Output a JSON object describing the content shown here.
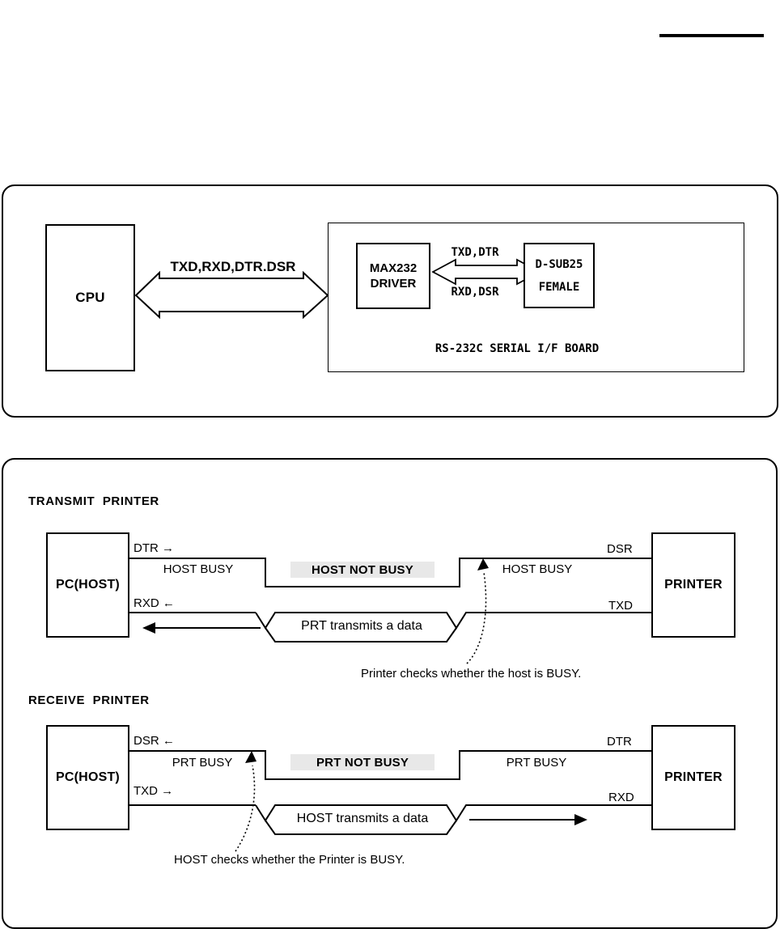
{
  "page": {
    "colors": {
      "ink": "#000000",
      "highlight": "#e8e8e8"
    }
  },
  "block_diagram": {
    "cpu_label": "CPU",
    "bus_label": "TXD,RXD,DTR.DSR",
    "driver_line1": "MAX232",
    "driver_line2": "DRIVER",
    "pair_top_label": "TXD,DTR",
    "pair_bottom_label": "RXD,DSR",
    "connector_line1": "D-SUB25",
    "connector_line2": "FEMALE",
    "board_caption": "RS-232C SERIAL I/F BOARD"
  },
  "timing": {
    "transmit": {
      "title": "TRANSMIT  PRINTER",
      "left_box": "PC(HOST)",
      "right_box": "PRINTER",
      "sig1_label": "DTR →",
      "sig1_right_label": "DSR",
      "busy_left": "HOST BUSY",
      "not_busy": "HOST NOT BUSY",
      "busy_right": "HOST BUSY",
      "sig2_label": "RXD ←",
      "sig2_right_label": "TXD",
      "burst_label": "PRT transmits a data",
      "caption": "Printer checks whether the host is BUSY."
    },
    "receive": {
      "title": "RECEIVE  PRINTER",
      "left_box": "PC(HOST)",
      "right_box": "PRINTER",
      "sig1_label": "DSR ←",
      "sig1_right_label": "DTR",
      "busy_left": "PRT BUSY",
      "not_busy": "PRT NOT BUSY",
      "busy_right": "PRT BUSY",
      "sig2_label": "TXD →",
      "sig2_right_label": "RXD",
      "burst_label": "HOST transmits a data",
      "caption": "HOST checks whether the Printer is BUSY."
    }
  }
}
